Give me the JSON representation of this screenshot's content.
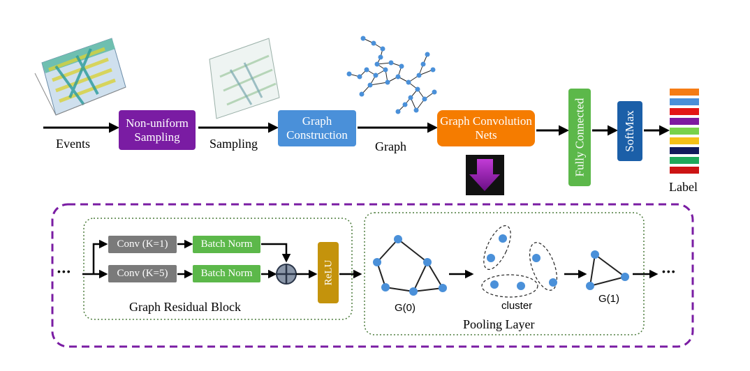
{
  "top": {
    "events_label": "Events",
    "sampling_box": "Non-uniform Sampling",
    "sampling_label": "Sampling",
    "graph_construction_box": "Graph Construction",
    "graph_label": "Graph",
    "gcn_box": "Graph Convolution Nets",
    "fc_box": "Fully Connected",
    "softmax_box": "SoftMax",
    "label_label": "Label",
    "label_colors": [
      "#f57c14",
      "#4a8fd8",
      "#e31616",
      "#7d1aa0",
      "#78d24a",
      "#f5c018",
      "#121a5c",
      "#1fa85a",
      "#cc1414"
    ]
  },
  "residual": {
    "title": "Graph Residual Block",
    "conv1": "Conv (K=1)",
    "conv5": "Conv (K=5)",
    "bn1": "Batch Norm",
    "bn2": "Batch Norm",
    "relu": "ReLU",
    "ellipsis_left": "•••"
  },
  "pooling": {
    "title": "Pooling Layer",
    "g0": "G(0)",
    "cluster": "cluster",
    "g1": "G(1)",
    "ellipsis_right": "•••"
  },
  "colors": {
    "purple": "#7a1ca3",
    "blue": "#4a90d9",
    "orange": "#f57c00",
    "green": "#5cb84a",
    "navy": "#1b5fa8",
    "gray": "#7a7a7a",
    "relu": "#c4930c",
    "node": "#4a90d9"
  }
}
